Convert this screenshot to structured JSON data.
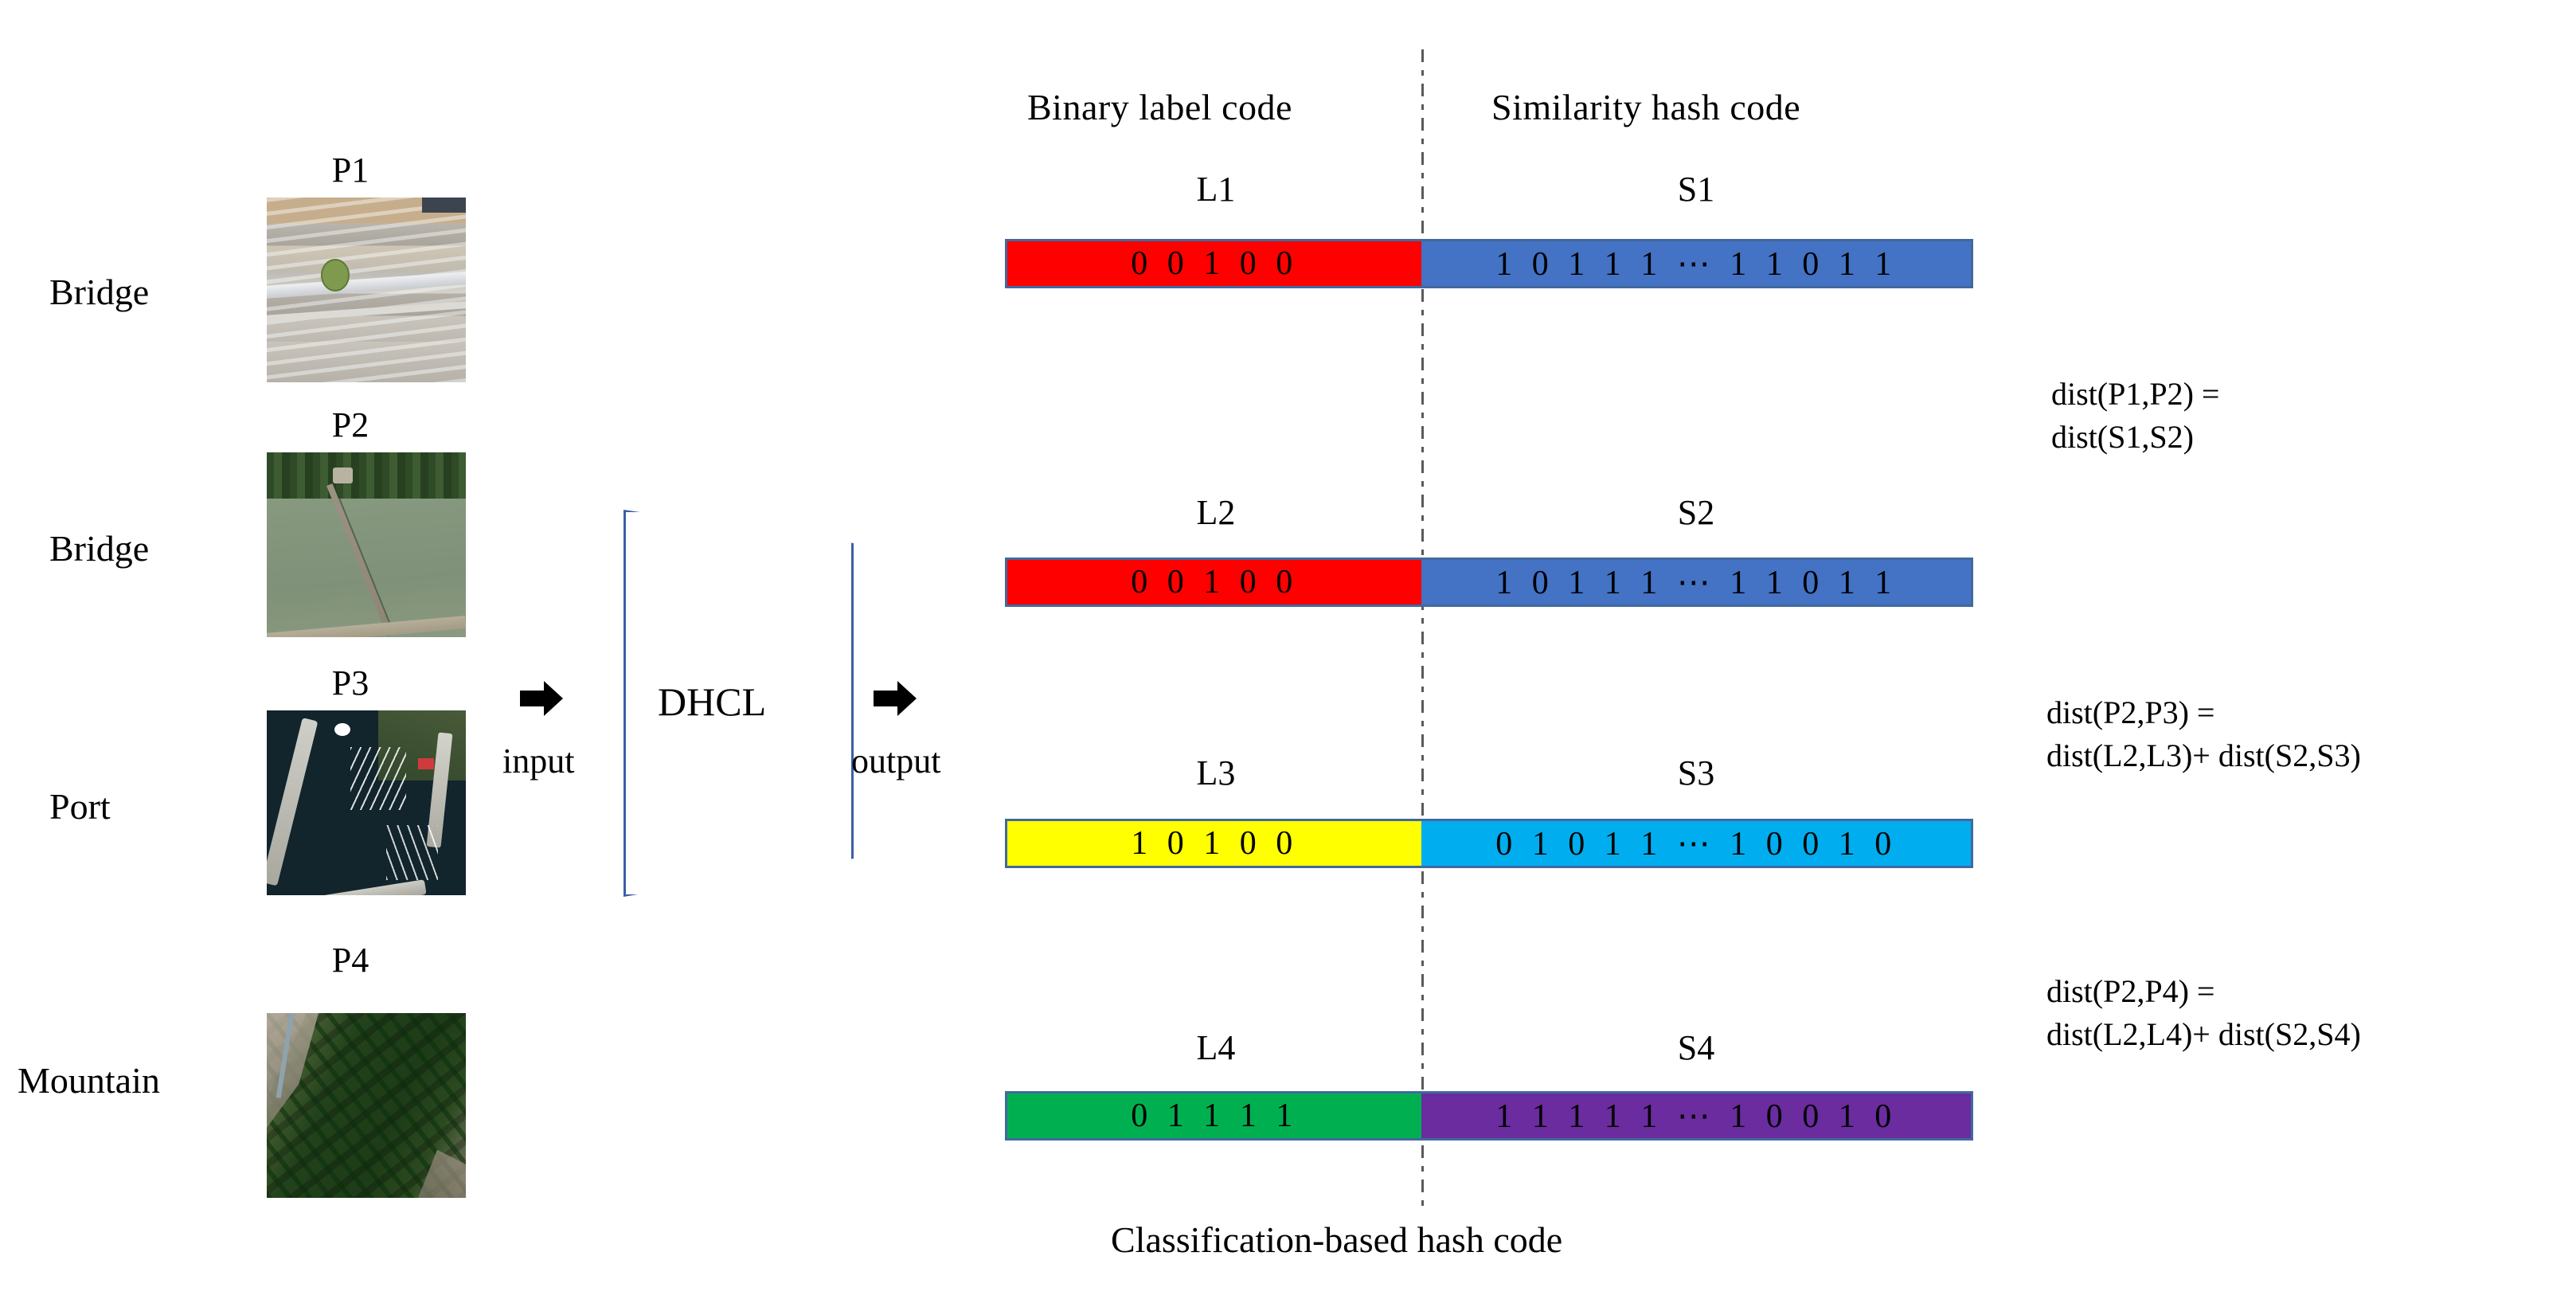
{
  "headers": {
    "binary_label_code": "Binary label code",
    "similarity_hash_code": "Similarity hash code"
  },
  "caption": "Classification-based hash code",
  "flow": {
    "model_name": "DHCL",
    "input_label": "input",
    "output_label": "output",
    "input_arrow_icon": "right-arrow-icon",
    "output_arrow_icon": "right-arrow-icon"
  },
  "samples": [
    {
      "image_id": "P1",
      "class_label": "Bridge",
      "image_alt": "aerial-bridge-airport",
      "label_code_name": "L1",
      "label_code_bits": "0 0 1 0 0",
      "label_code_color": "#FF0000",
      "hash_code_name": "S1",
      "hash_code_bits": "1 0 1 1 1 ⋯ 1 1 0 1 1",
      "hash_code_color": "#4472C4"
    },
    {
      "image_id": "P2",
      "class_label": "Bridge",
      "image_alt": "aerial-river-bridge",
      "label_code_name": "L2",
      "label_code_bits": "0 0 1 0 0",
      "label_code_color": "#FF0000",
      "hash_code_name": "S2",
      "hash_code_bits": "1 0 1 1 1 ⋯ 1 1 0 1 1",
      "hash_code_color": "#4472C4"
    },
    {
      "image_id": "P3",
      "class_label": "Port",
      "image_alt": "aerial-port-marina",
      "label_code_name": "L3",
      "label_code_bits": "1 0 1 0 0",
      "label_code_color": "#FFFF00",
      "hash_code_name": "S3",
      "hash_code_bits": "0 1 0 1 1 ⋯ 1 0 0 1 0",
      "hash_code_color": "#00AEEF"
    },
    {
      "image_id": "P4",
      "class_label": "Mountain",
      "image_alt": "aerial-mountain-forest",
      "label_code_name": "L4",
      "label_code_bits": "0 1 1 1 1",
      "label_code_color": "#00B050",
      "hash_code_name": "S4",
      "hash_code_bits": "1 1 1 1 1 ⋯ 1 0 0 1 0",
      "hash_code_color": "#6A2C9E"
    }
  ],
  "distance_equations": [
    {
      "line1": "dist(P1,P2) =",
      "line2": "dist(S1,S2)"
    },
    {
      "line1": "dist(P2,P3) =",
      "line2": "dist(L2,L3)+ dist(S2,S3)"
    },
    {
      "line1": "dist(P2,P4) =",
      "line2": "dist(L2,L4)+ dist(S2,S4)"
    }
  ],
  "divider": {
    "style": "dash-dot-vertical",
    "color": "#5A5A5A"
  }
}
